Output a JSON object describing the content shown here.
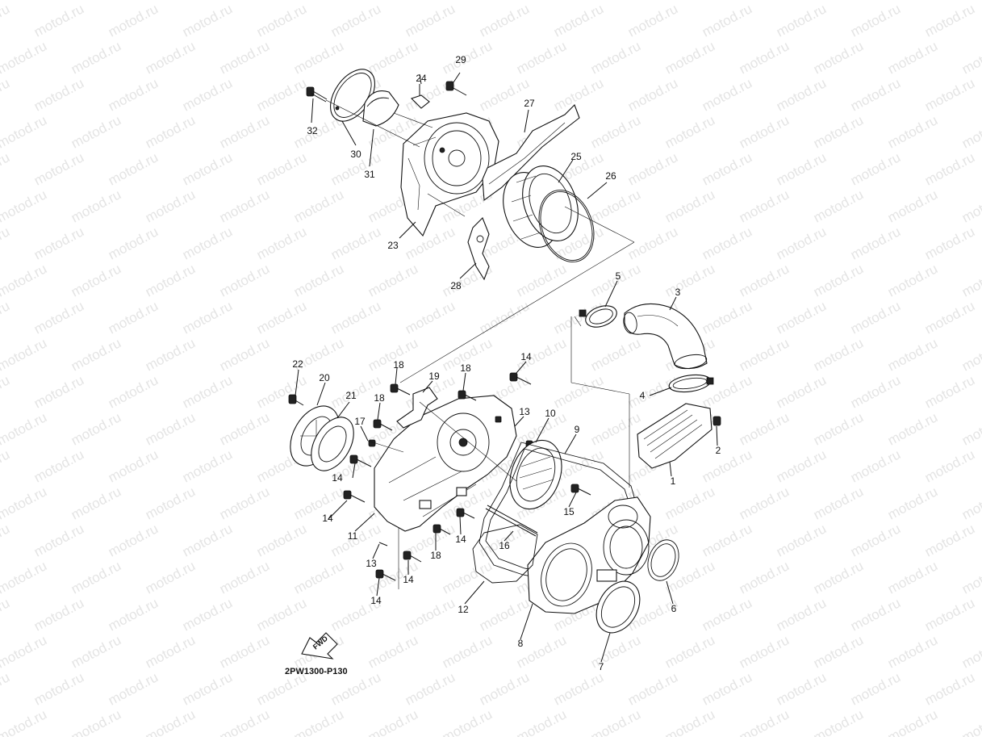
{
  "diagram": {
    "watermark_text": "motod.ru",
    "figure_code": "2PW1300-P130",
    "fwd_label": "FWD",
    "callouts": [
      {
        "id": "c1",
        "text": "1"
      },
      {
        "id": "c2",
        "text": "2"
      },
      {
        "id": "c3",
        "text": "3"
      },
      {
        "id": "c4",
        "text": "4"
      },
      {
        "id": "c5",
        "text": "5"
      },
      {
        "id": "c6",
        "text": "6"
      },
      {
        "id": "c7",
        "text": "7"
      },
      {
        "id": "c8",
        "text": "8"
      },
      {
        "id": "c9",
        "text": "9"
      },
      {
        "id": "c10",
        "text": "10"
      },
      {
        "id": "c11",
        "text": "11"
      },
      {
        "id": "c12",
        "text": "12"
      },
      {
        "id": "c13a",
        "text": "13"
      },
      {
        "id": "c13b",
        "text": "13"
      },
      {
        "id": "c14a",
        "text": "14"
      },
      {
        "id": "c14b",
        "text": "14"
      },
      {
        "id": "c14c",
        "text": "14"
      },
      {
        "id": "c14d",
        "text": "14"
      },
      {
        "id": "c14e",
        "text": "14"
      },
      {
        "id": "c14f",
        "text": "14"
      },
      {
        "id": "c15",
        "text": "15"
      },
      {
        "id": "c16",
        "text": "16"
      },
      {
        "id": "c17",
        "text": "17"
      },
      {
        "id": "c18a",
        "text": "18"
      },
      {
        "id": "c18b",
        "text": "18"
      },
      {
        "id": "c18c",
        "text": "18"
      },
      {
        "id": "c18d",
        "text": "18"
      },
      {
        "id": "c19",
        "text": "19"
      },
      {
        "id": "c20",
        "text": "20"
      },
      {
        "id": "c21",
        "text": "21"
      },
      {
        "id": "c22",
        "text": "22"
      },
      {
        "id": "c23",
        "text": "23"
      },
      {
        "id": "c24",
        "text": "24"
      },
      {
        "id": "c25",
        "text": "25"
      },
      {
        "id": "c26",
        "text": "26"
      },
      {
        "id": "c27",
        "text": "27"
      },
      {
        "id": "c28",
        "text": "28"
      },
      {
        "id": "c29",
        "text": "29"
      },
      {
        "id": "c30",
        "text": "30"
      },
      {
        "id": "c31",
        "text": "31"
      },
      {
        "id": "c32",
        "text": "32"
      }
    ]
  }
}
